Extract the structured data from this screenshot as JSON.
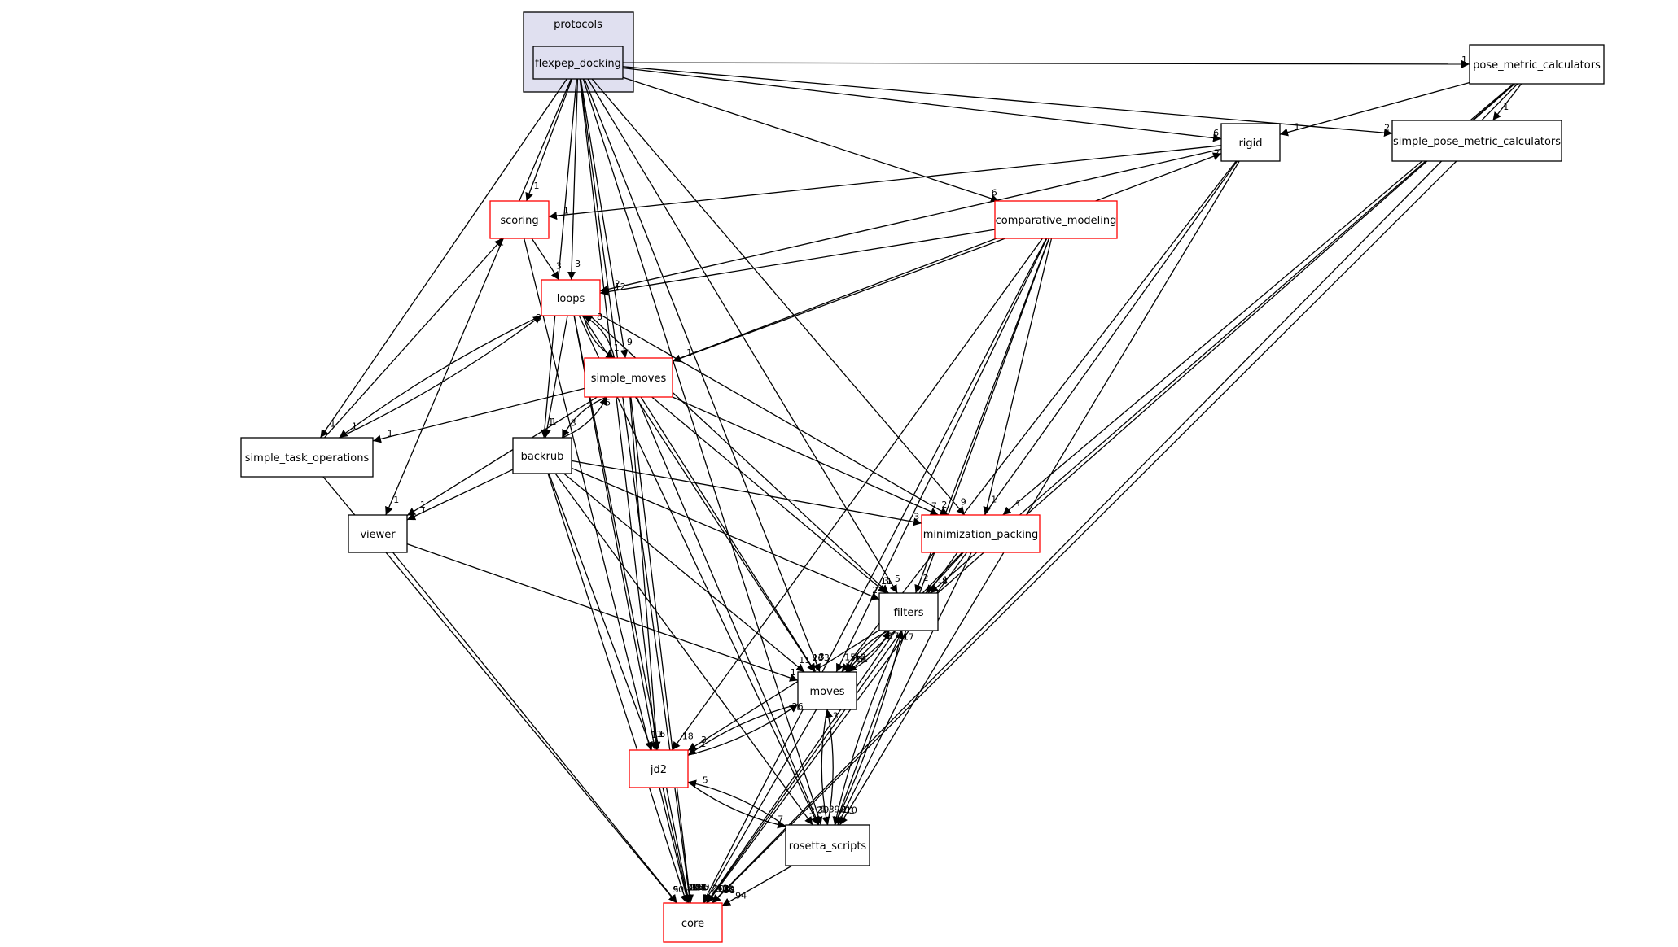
{
  "cluster": {
    "label": "protocols"
  },
  "nodes": {
    "flexpep_docking": {
      "label": "flexpep_docking",
      "fill": "#dfdff0",
      "stroke": "#000000"
    },
    "pose_metric_calculators": {
      "label": "pose_metric_calculators",
      "fill": "#ffffff",
      "stroke": "#000000"
    },
    "rigid": {
      "label": "rigid",
      "fill": "#ffffff",
      "stroke": "#000000"
    },
    "simple_pose_metric_calculators": {
      "label": "simple_pose_metric_calculators",
      "fill": "#ffffff",
      "stroke": "#000000"
    },
    "scoring": {
      "label": "scoring",
      "fill": "#ffffff",
      "stroke": "#ff0000"
    },
    "comparative_modeling": {
      "label": "comparative_modeling",
      "fill": "#ffffff",
      "stroke": "#ff0000"
    },
    "loops": {
      "label": "loops",
      "fill": "#ffffff",
      "stroke": "#ff0000"
    },
    "simple_moves": {
      "label": "simple_moves",
      "fill": "#ffffff",
      "stroke": "#ff0000"
    },
    "simple_task_operations": {
      "label": "simple_task_operations",
      "fill": "#ffffff",
      "stroke": "#000000"
    },
    "backrub": {
      "label": "backrub",
      "fill": "#ffffff",
      "stroke": "#000000"
    },
    "viewer": {
      "label": "viewer",
      "fill": "#ffffff",
      "stroke": "#000000"
    },
    "minimization_packing": {
      "label": "minimization_packing",
      "fill": "#ffffff",
      "stroke": "#ff0000"
    },
    "filters": {
      "label": "filters",
      "fill": "#ffffff",
      "stroke": "#000000"
    },
    "moves": {
      "label": "moves",
      "fill": "#ffffff",
      "stroke": "#000000"
    },
    "jd2": {
      "label": "jd2",
      "fill": "#ffffff",
      "stroke": "#ff0000"
    },
    "rosetta_scripts": {
      "label": "rosetta_scripts",
      "fill": "#ffffff",
      "stroke": "#000000"
    },
    "core": {
      "label": "core",
      "fill": "#ffffff",
      "stroke": "#ff0000"
    }
  },
  "edges": [
    {
      "from": "flexpep_docking",
      "to": "pose_metric_calculators",
      "label": "1"
    },
    {
      "from": "flexpep_docking",
      "to": "rigid",
      "label": "6"
    },
    {
      "from": "flexpep_docking",
      "to": "simple_pose_metric_calculators",
      "label": "2"
    },
    {
      "from": "flexpep_docking",
      "to": "scoring",
      "label": "1"
    },
    {
      "from": "flexpep_docking",
      "to": "comparative_modeling",
      "label": "6"
    },
    {
      "from": "flexpep_docking",
      "to": "loops",
      "label": "3"
    },
    {
      "from": "flexpep_docking",
      "to": "simple_moves",
      "label": "9"
    },
    {
      "from": "flexpep_docking",
      "to": "simple_task_operations",
      "label": "1"
    },
    {
      "from": "flexpep_docking",
      "to": "backrub",
      "label": "1"
    },
    {
      "from": "flexpep_docking",
      "to": "viewer",
      "label": "1"
    },
    {
      "from": "flexpep_docking",
      "to": "minimization_packing",
      "label": "9"
    },
    {
      "from": "flexpep_docking",
      "to": "filters",
      "label": "5"
    },
    {
      "from": "flexpep_docking",
      "to": "moves",
      "label": "3"
    },
    {
      "from": "flexpep_docking",
      "to": "jd2",
      "label": "1"
    },
    {
      "from": "flexpep_docking",
      "to": "rosetta_scripts",
      "label": "1"
    },
    {
      "from": "flexpep_docking",
      "to": "core",
      "label": "105"
    },
    {
      "from": "pose_metric_calculators",
      "to": "rigid",
      "label": "1"
    },
    {
      "from": "pose_metric_calculators",
      "to": "simple_pose_metric_calculators",
      "label": "1"
    },
    {
      "from": "pose_metric_calculators",
      "to": "minimization_packing",
      "label": "4"
    },
    {
      "from": "pose_metric_calculators",
      "to": "filters",
      "label": "8"
    },
    {
      "from": "pose_metric_calculators",
      "to": "moves",
      "label": "8"
    },
    {
      "from": "pose_metric_calculators",
      "to": "core",
      "label": "30"
    },
    {
      "from": "simple_pose_metric_calculators",
      "to": "core",
      "label": "58"
    },
    {
      "from": "rigid",
      "to": "scoring",
      "label": "1"
    },
    {
      "from": "rigid",
      "to": "loops",
      "label": "2"
    },
    {
      "from": "rigid",
      "to": "moves",
      "label": "6"
    },
    {
      "from": "rigid",
      "to": "rosetta_scripts",
      "label": "1"
    },
    {
      "from": "rigid",
      "to": "core",
      "label": "94"
    },
    {
      "from": "comparative_modeling",
      "to": "loops",
      "label": "12"
    },
    {
      "from": "comparative_modeling",
      "to": "simple_moves",
      "label": "1"
    },
    {
      "from": "comparative_modeling",
      "to": "minimization_packing",
      "label": "1"
    },
    {
      "from": "comparative_modeling",
      "to": "filters",
      "label": "2"
    },
    {
      "from": "comparative_modeling",
      "to": "moves",
      "label": "15"
    },
    {
      "from": "comparative_modeling",
      "to": "jd2",
      "label": "18"
    },
    {
      "from": "comparative_modeling",
      "to": "rosetta_scripts",
      "label": "1"
    },
    {
      "from": "comparative_modeling",
      "to": "core",
      "label": "242"
    },
    {
      "from": "scoring",
      "to": "loops",
      "label": "3"
    },
    {
      "from": "scoring",
      "to": "core",
      "label": "144"
    },
    {
      "from": "loops",
      "to": "simple_moves",
      "label": "11"
    },
    {
      "from": "loops",
      "to": "simple_task_operations",
      "label": "1"
    },
    {
      "from": "loops",
      "to": "backrub",
      "label": "1"
    },
    {
      "from": "loops",
      "to": "minimization_packing",
      "label": "2"
    },
    {
      "from": "loops",
      "to": "filters",
      "label": "3"
    },
    {
      "from": "loops",
      "to": "moves",
      "label": "26"
    },
    {
      "from": "loops",
      "to": "jd2",
      "label": "1"
    },
    {
      "from": "loops",
      "to": "rosetta_scripts",
      "label": "2"
    },
    {
      "from": "loops",
      "to": "core",
      "label": "181"
    },
    {
      "from": "simple_moves",
      "to": "loops",
      "label": "8"
    },
    {
      "from": "simple_moves",
      "to": "rigid",
      "label": "2"
    },
    {
      "from": "simple_moves",
      "to": "simple_task_operations",
      "label": "1"
    },
    {
      "from": "simple_moves",
      "to": "backrub",
      "label": "3"
    },
    {
      "from": "simple_moves",
      "to": "viewer",
      "label": "1"
    },
    {
      "from": "simple_moves",
      "to": "minimization_packing",
      "label": "7"
    },
    {
      "from": "simple_moves",
      "to": "filters",
      "label": "11"
    },
    {
      "from": "simple_moves",
      "to": "moves",
      "label": "173"
    },
    {
      "from": "simple_moves",
      "to": "jd2",
      "label": "6"
    },
    {
      "from": "simple_moves",
      "to": "rosetta_scripts",
      "label": "39"
    },
    {
      "from": "simple_moves",
      "to": "core",
      "label": "480"
    },
    {
      "from": "simple_task_operations",
      "to": "scoring",
      "label": "1"
    },
    {
      "from": "simple_task_operations",
      "to": "loops",
      "label": "8"
    },
    {
      "from": "simple_task_operations",
      "to": "core",
      "label": "90"
    },
    {
      "from": "backrub",
      "to": "simple_moves",
      "label": "5"
    },
    {
      "from": "backrub",
      "to": "viewer",
      "label": "1"
    },
    {
      "from": "backrub",
      "to": "minimization_packing",
      "label": "3"
    },
    {
      "from": "backrub",
      "to": "filters",
      "label": "2"
    },
    {
      "from": "backrub",
      "to": "moves",
      "label": "11"
    },
    {
      "from": "backrub",
      "to": "jd2",
      "label": "1"
    },
    {
      "from": "backrub",
      "to": "rosetta_scripts",
      "label": "3"
    },
    {
      "from": "backrub",
      "to": "core",
      "label": "31"
    },
    {
      "from": "viewer",
      "to": "moves",
      "label": "1"
    },
    {
      "from": "viewer",
      "to": "core",
      "label": "5"
    },
    {
      "from": "minimization_packing",
      "to": "filters",
      "label": "11"
    },
    {
      "from": "minimization_packing",
      "to": "moves",
      "label": "51"
    },
    {
      "from": "minimization_packing",
      "to": "rosetta_scripts",
      "label": "10"
    },
    {
      "from": "minimization_packing",
      "to": "core",
      "label": "120"
    },
    {
      "from": "filters",
      "to": "moves",
      "label": "12"
    },
    {
      "from": "filters",
      "to": "jd2",
      "label": "3"
    },
    {
      "from": "filters",
      "to": "rosetta_scripts",
      "label": "2"
    },
    {
      "from": "filters",
      "to": "core",
      "label": "158"
    },
    {
      "from": "moves",
      "to": "filters",
      "label": "17"
    },
    {
      "from": "moves",
      "to": "jd2",
      "label": "1"
    },
    {
      "from": "moves",
      "to": "rosetta_scripts",
      "label": "39"
    },
    {
      "from": "moves",
      "to": "core",
      "label": "201"
    },
    {
      "from": "jd2",
      "to": "moves",
      "label": "26"
    },
    {
      "from": "jd2",
      "to": "rosetta_scripts",
      "label": "7"
    },
    {
      "from": "jd2",
      "to": "core",
      "label": "201"
    },
    {
      "from": "rosetta_scripts",
      "to": "moves",
      "label": "3"
    },
    {
      "from": "rosetta_scripts",
      "to": "filters",
      "label": "17"
    },
    {
      "from": "rosetta_scripts",
      "to": "jd2",
      "label": "5"
    },
    {
      "from": "rosetta_scripts",
      "to": "core",
      "label": "94"
    }
  ]
}
